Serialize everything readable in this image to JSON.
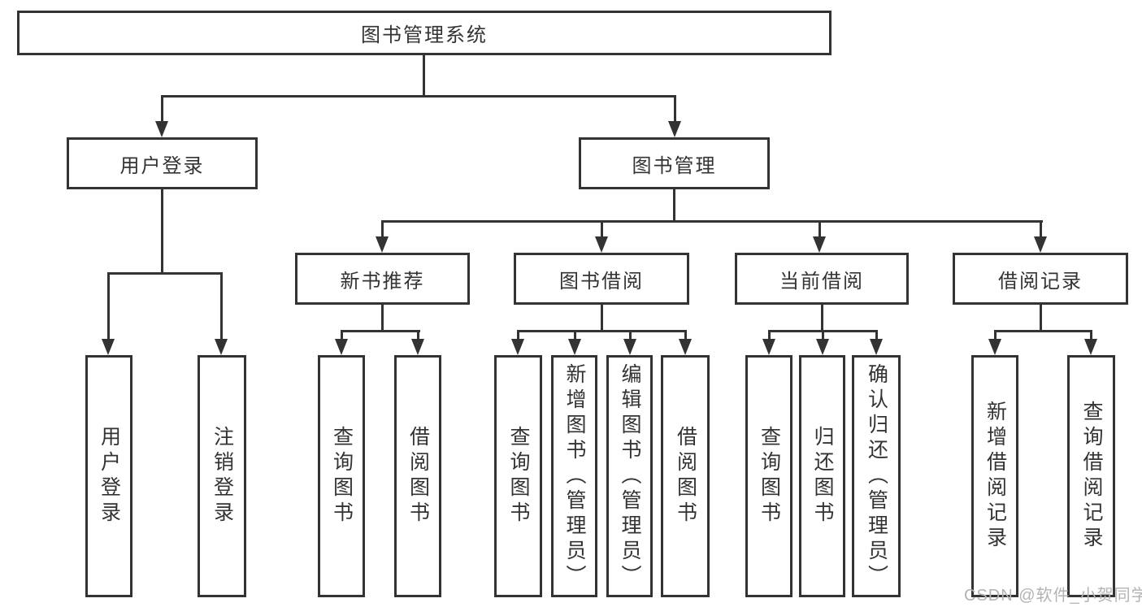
{
  "colors": {
    "line": "#333333",
    "box_border": "#333333",
    "text": "#333333",
    "background": "#ffffff",
    "watermark": "#b3b3b3"
  },
  "root": {
    "label": "图书管理系统"
  },
  "branches": [
    {
      "label": "用户登录",
      "children": [
        {
          "label": "用户登录"
        },
        {
          "label": "注销登录"
        }
      ]
    },
    {
      "label": "图书管理",
      "sections": [
        {
          "label": "新书推荐",
          "children": [
            {
              "label": "查询图书"
            },
            {
              "label": "借阅图书"
            }
          ]
        },
        {
          "label": "图书借阅",
          "children": [
            {
              "label": "查询图书"
            },
            {
              "label": "新增图书（管理员）"
            },
            {
              "label": "编辑图书（管理员）"
            },
            {
              "label": "借阅图书"
            }
          ]
        },
        {
          "label": "当前借阅",
          "children": [
            {
              "label": "查询图书"
            },
            {
              "label": "归还图书"
            },
            {
              "label": "确认归还（管理员）"
            }
          ]
        },
        {
          "label": "借阅记录",
          "children": [
            {
              "label": "新增借阅记录"
            },
            {
              "label": "查询借阅记录"
            }
          ]
        }
      ]
    }
  ],
  "watermark": {
    "text": "CSDN @软件_小贺同学"
  }
}
